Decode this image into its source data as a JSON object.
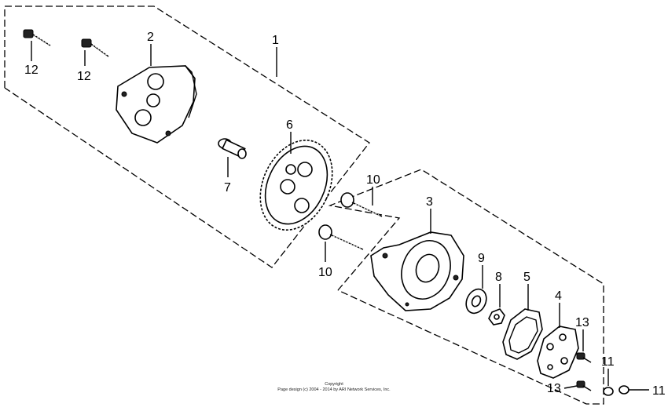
{
  "diagram": {
    "callouts": {
      "1": "1",
      "2": "2",
      "3": "3",
      "4": "4",
      "5": "5",
      "6": "6",
      "7": "7",
      "8": "8",
      "9": "9",
      "10a": "10",
      "10b": "10",
      "11a": "11",
      "11b": "11",
      "12a": "12",
      "12b": "12",
      "13a": "13",
      "13b": "13"
    },
    "copyright": {
      "line1": "Copyright",
      "line2": "Page design (c) 2004 - 2014 by ARI Network Services, Inc."
    }
  }
}
